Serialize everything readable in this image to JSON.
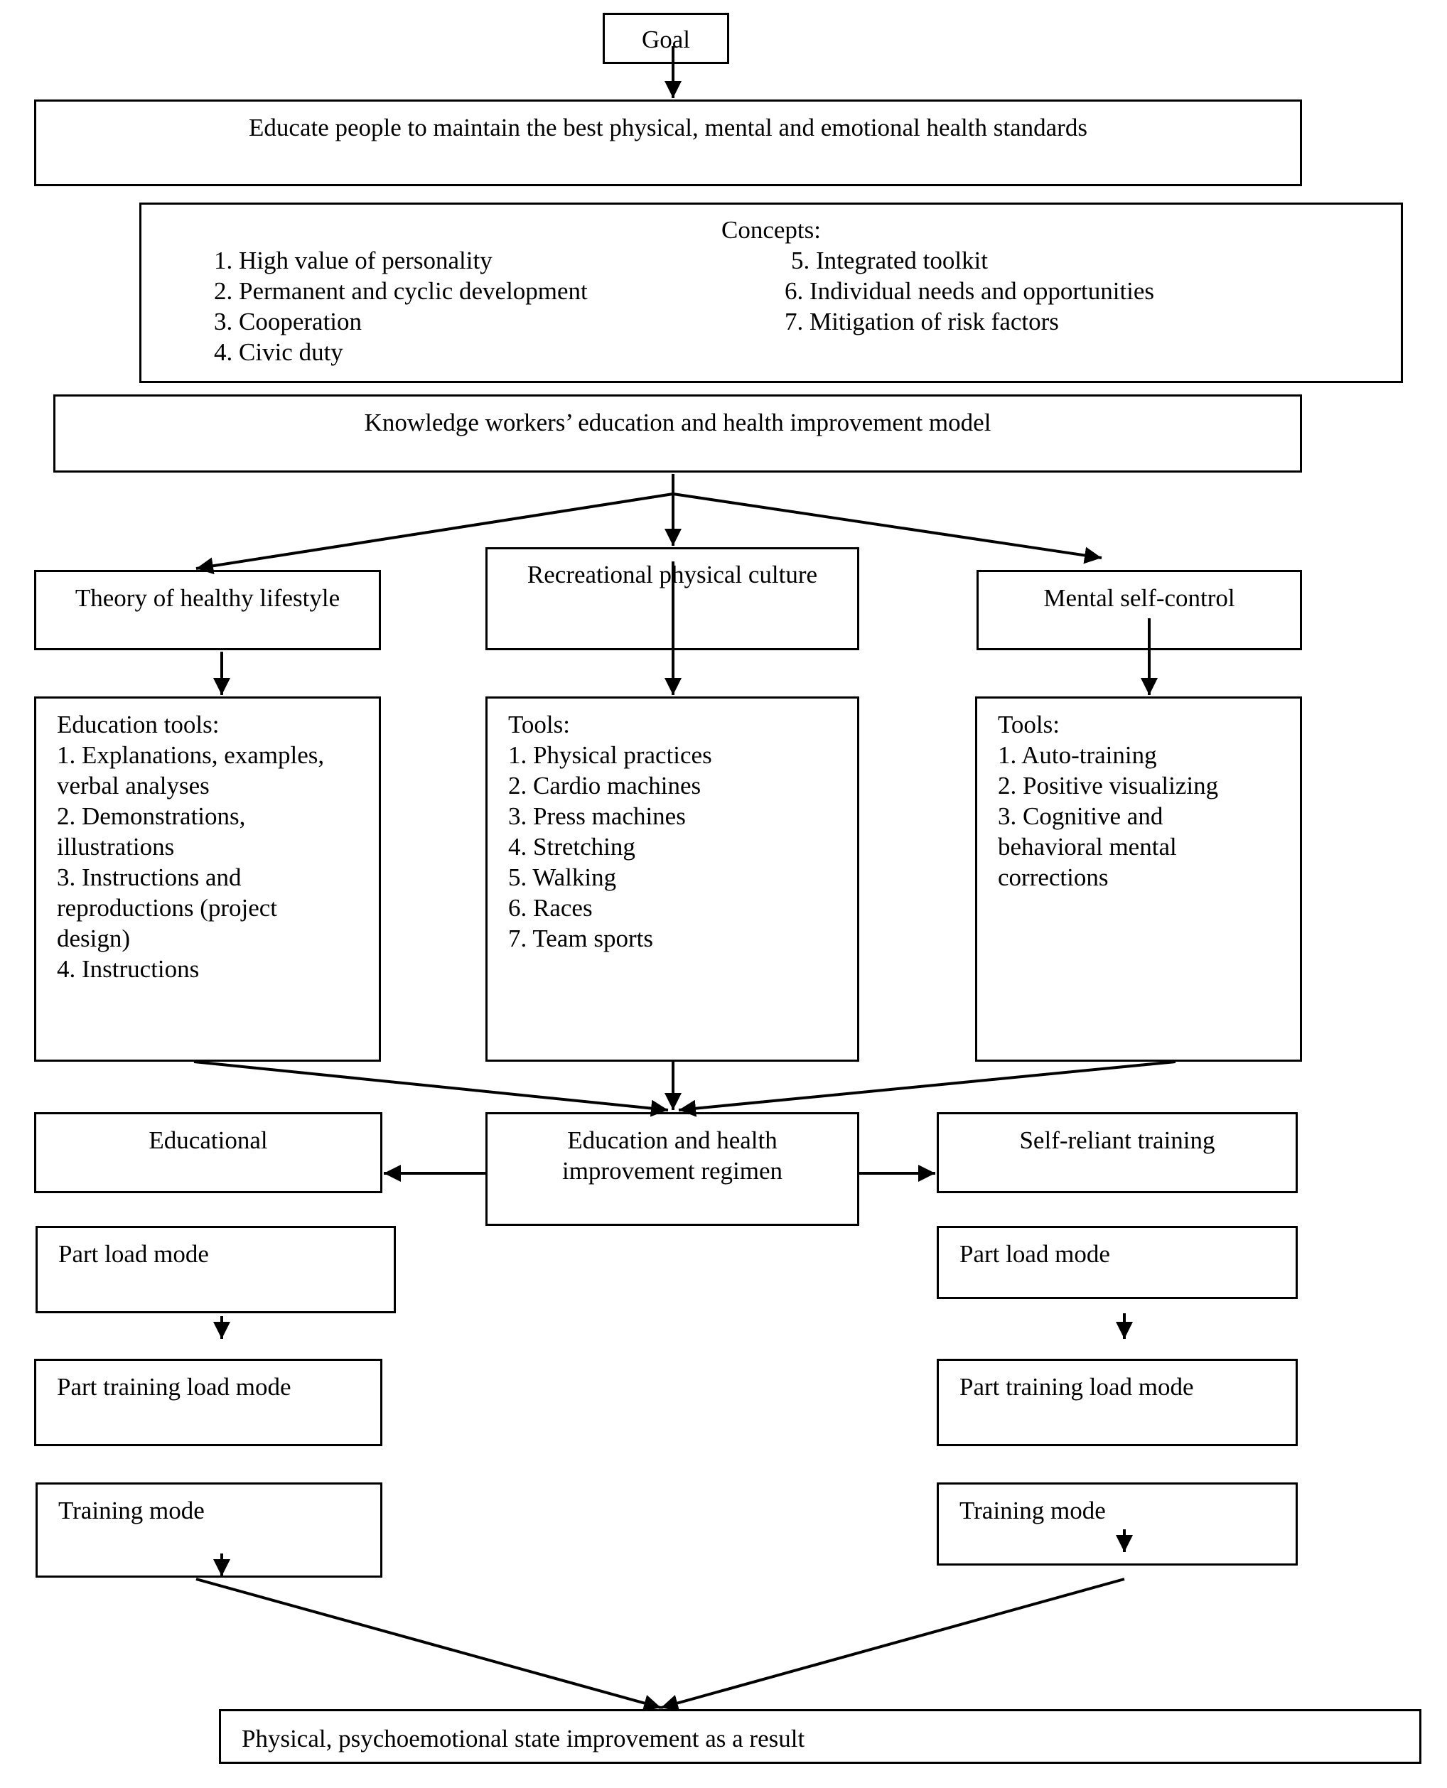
{
  "goal": {
    "label": "Goal"
  },
  "goal_text": "Educate people to maintain the best physical, mental and emotional health standards",
  "concepts": {
    "title": "Concepts:",
    "left": [
      "1. High value of personality",
      "2. Permanent and cyclic development",
      "3. Cooperation",
      "4. Civic duty"
    ],
    "right": [
      "5. Integrated toolkit",
      "6. Individual needs and opportunities",
      "7. Mitigation of risk factors"
    ]
  },
  "model": "Knowledge workers’ education and health improvement model",
  "branches": {
    "left": "Theory of healthy lifestyle",
    "center": "Recreational physical culture",
    "right": "Mental self-control"
  },
  "tools": {
    "left": [
      "Education tools:",
      "1. Explanations, examples,",
      "verbal analyses",
      "2. Demonstrations,",
      "illustrations",
      "3. Instructions and",
      "reproductions (project",
      "design)",
      "4. Instructions"
    ],
    "center": [
      "Tools:",
      "1. Physical practices",
      "2. Cardio machines",
      "3. Press machines",
      "4. Stretching",
      "5. Walking",
      "6. Races",
      "7. Team sports"
    ],
    "right": [
      "Tools:",
      "1. Auto-training",
      "2. Positive visualizing",
      "3. Cognitive and",
      "behavioral mental",
      "corrections"
    ]
  },
  "regimen": {
    "center": [
      "Education and health",
      "improvement regimen"
    ],
    "left": "Educational",
    "right": "Self-reliant training"
  },
  "modes": {
    "left": [
      "Part load mode",
      "Part training load mode",
      "Training mode"
    ],
    "right": [
      "Part load mode",
      "Part training load mode",
      "Training mode"
    ]
  },
  "result": "Physical, psychoemotional state improvement as a result"
}
